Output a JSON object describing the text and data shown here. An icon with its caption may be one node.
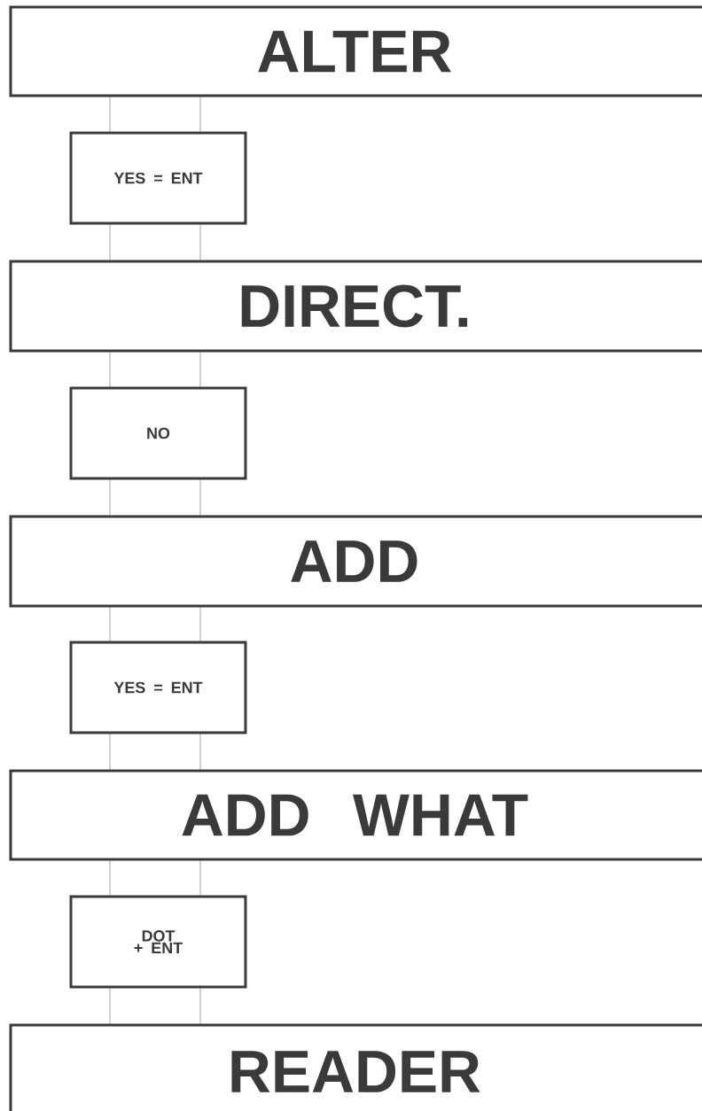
{
  "diagram": {
    "nodes": [
      {
        "text": [
          "ALTER"
        ]
      },
      {
        "text": [
          "YES = ENT"
        ]
      },
      {
        "text": [
          "DIRECT."
        ]
      },
      {
        "text": [
          "NO"
        ]
      },
      {
        "text": [
          "ADD"
        ]
      },
      {
        "text": [
          "YES = ENT"
        ]
      },
      {
        "text": [
          "ADD WHAT"
        ]
      },
      {
        "text": [
          "DOT + ENT"
        ]
      },
      {
        "text": [
          "READER"
        ]
      }
    ],
    "edges": [
      {
        "from": 0,
        "to": 1,
        "arrow": "none"
      },
      {
        "from": 0,
        "to": 1,
        "arrow": "none"
      },
      {
        "from": 1,
        "to": 2,
        "arrow": "none"
      },
      {
        "from": 1,
        "to": 2,
        "arrow": "none"
      },
      {
        "from": 2,
        "to": 3,
        "arrow": "none"
      },
      {
        "from": 2,
        "to": 3,
        "arrow": "none"
      },
      {
        "from": 3,
        "to": 4,
        "arrow": "none"
      },
      {
        "from": 3,
        "to": 4,
        "arrow": "none"
      },
      {
        "from": 4,
        "to": 5,
        "arrow": "none"
      },
      {
        "from": 4,
        "to": 5,
        "arrow": "none"
      },
      {
        "from": 5,
        "to": 6,
        "arrow": "none"
      },
      {
        "from": 5,
        "to": 6,
        "arrow": "none"
      },
      {
        "from": 6,
        "to": 7,
        "arrow": "none"
      },
      {
        "from": 6,
        "to": 7,
        "arrow": "none"
      },
      {
        "from": 7,
        "to": 8,
        "arrow": "none"
      },
      {
        "from": 7,
        "to": 8,
        "arrow": "none"
      }
    ]
  }
}
